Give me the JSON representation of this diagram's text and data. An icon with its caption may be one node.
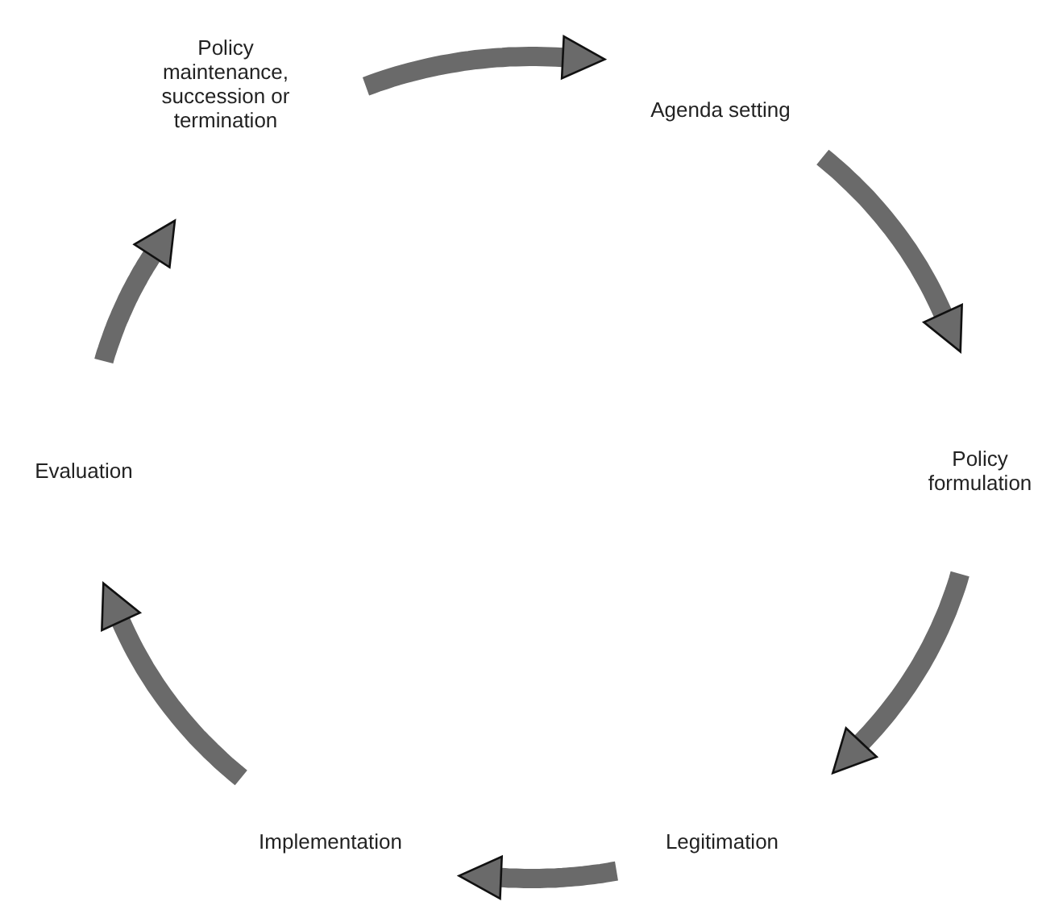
{
  "diagram": {
    "nodes": [
      {
        "text": [
          "Policy maintenance, succession or termination"
        ]
      },
      {
        "text": [
          "Agenda setting"
        ]
      },
      {
        "text": [
          "Policy formulation"
        ]
      },
      {
        "text": [
          "Legitimation"
        ]
      },
      {
        "text": [
          "Implementation"
        ]
      },
      {
        "text": [
          "Evaluation"
        ]
      }
    ],
    "edges": [
      {
        "from": 0,
        "to": 1,
        "arrow": "to"
      },
      {
        "from": 1,
        "to": 2,
        "arrow": "to"
      },
      {
        "from": 2,
        "to": 3,
        "arrow": "to"
      },
      {
        "from": 3,
        "to": 4,
        "arrow": "to"
      },
      {
        "from": 4,
        "to": 5,
        "arrow": "to"
      },
      {
        "from": 5,
        "to": 0,
        "arrow": "to"
      }
    ]
  }
}
